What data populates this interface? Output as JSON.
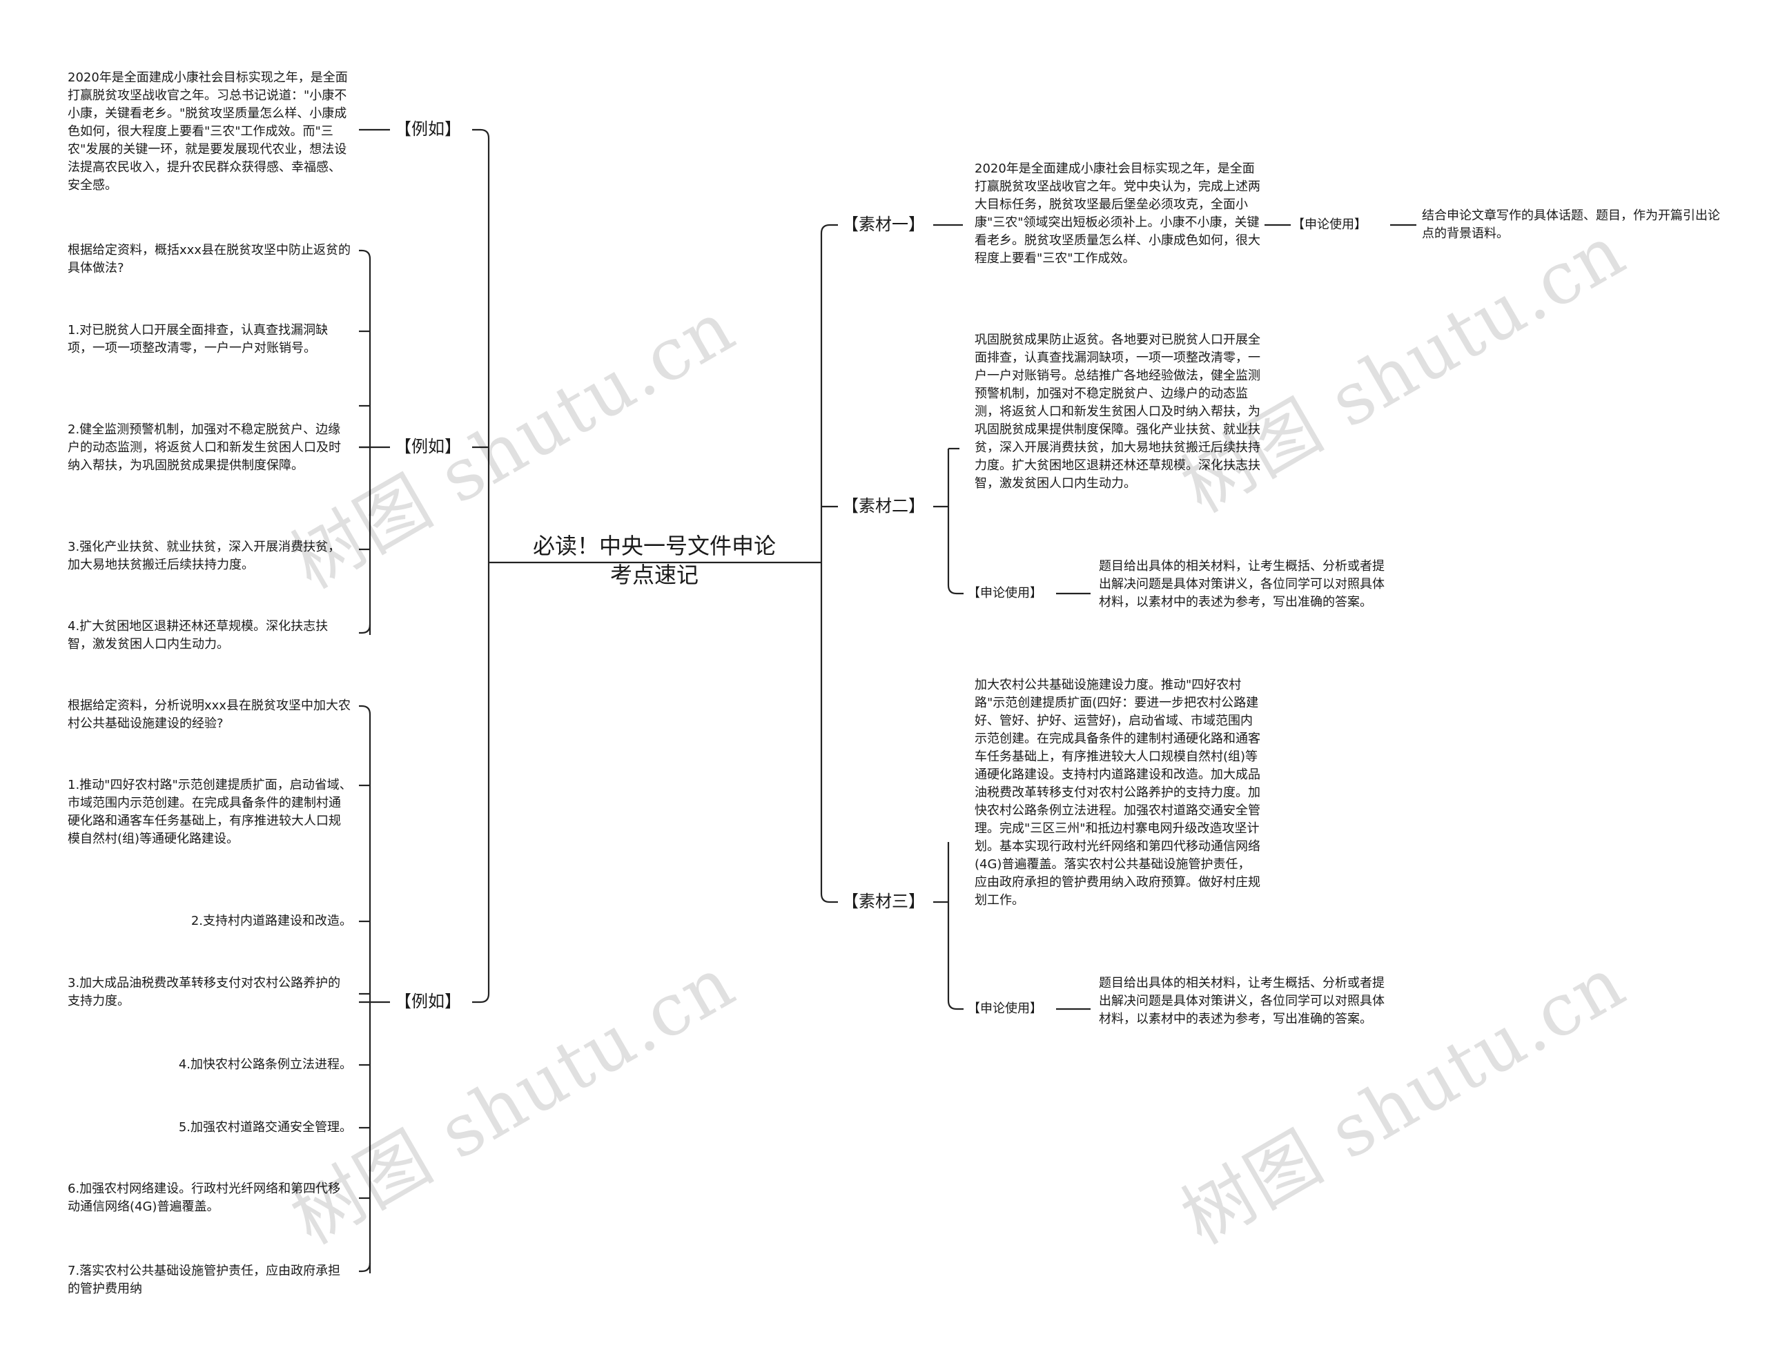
{
  "root": {
    "line1": "必读！中央一号文件申论",
    "line2": "考点速记"
  },
  "left": {
    "branch1": {
      "label": "【例如】",
      "items": [
        "2020年是全面建成小康社会目标实现之年，是全面打赢脱贫攻坚战收官之年。习总书记说道：\"小康不小康，关键看老乡。\"脱贫攻坚质量怎么样、小康成色如何，很大程度上要看\"三农\"工作成效。而\"三农\"发展的关键一环，就是要发展现代农业，想法设法提高农民收入，提升农民群众获得感、幸福感、安全感。"
      ]
    },
    "branch2": {
      "label": "【例如】",
      "items": [
        "根据给定资料，概括xxx县在脱贫攻坚中防止返贫的具体做法?",
        "1.对已脱贫人口开展全面排查，认真查找漏洞缺项，一项一项整改清零，一户一户对账销号。",
        "2.健全监测预警机制，加强对不稳定脱贫户、边缘户的动态监测，将返贫人口和新发生贫困人口及时纳入帮扶，为巩固脱贫成果提供制度保障。",
        "3.强化产业扶贫、就业扶贫，深入开展消费扶贫，加大易地扶贫搬迁后续扶持力度。",
        "4.扩大贫困地区退耕还林还草规模。深化扶志扶智，激发贫困人口内生动力。"
      ]
    },
    "branch3": {
      "label": "【例如】",
      "items": [
        "根据给定资料，分析说明xxx县在脱贫攻坚中加大农村公共基础设施建设的经验?",
        "1.推动\"四好农村路\"示范创建提质扩面，启动省域、市域范围内示范创建。在完成具备条件的建制村通硬化路和通客车任务基础上，有序推进较大人口规模自然村(组)等通硬化路建设。",
        "2.支持村内道路建设和改造。",
        "3.加大成品油税费改革转移支付对农村公路养护的支持力度。",
        "4.加快农村公路条例立法进程。",
        "5.加强农村道路交通安全管理。",
        "6.加强农村网络建设。行政村光纤网络和第四代移动通信网络(4G)普遍覆盖。",
        "7.落实农村公共基础设施管护责任，应由政府承担的管护费用纳"
      ]
    }
  },
  "right": {
    "sucai1": {
      "label": "【素材一】",
      "text": "2020年是全面建成小康社会目标实现之年，是全面打赢脱贫攻坚战收官之年。党中央认为，完成上述两大目标任务，脱贫攻坚最后堡垒必须攻克，全面小康\"三农\"领域突出短板必须补上。小康不小康，关键看老乡。脱贫攻坚质量怎么样、小康成色如何，很大程度上要看\"三农\"工作成效。",
      "usage_label": "【申论使用】",
      "usage_text": "结合申论文章写作的具体话题、题目，作为开篇引出论点的背景语料。"
    },
    "sucai2": {
      "label": "【素材二】",
      "text": "巩固脱贫成果防止返贫。各地要对已脱贫人口开展全面排查，认真查找漏洞缺项，一项一项整改清零，一户一户对账销号。总结推广各地经验做法，健全监测预警机制，加强对不稳定脱贫户、边缘户的动态监测，将返贫人口和新发生贫困人口及时纳入帮扶，为巩固脱贫成果提供制度保障。强化产业扶贫、就业扶贫，深入开展消费扶贫，加大易地扶贫搬迁后续扶持力度。扩大贫困地区退耕还林还草规模。深化扶志扶智，激发贫困人口内生动力。",
      "usage_label": "【申论使用】",
      "usage_text": "题目给出具体的相关材料，让考生概括、分析或者提出解决问题是具体对策讲义，各位同学可以对照具体材料，以素材中的表述为参考，写出准确的答案。"
    },
    "sucai3": {
      "label": "【素材三】",
      "text": "加大农村公共基础设施建设力度。推动\"四好农村路\"示范创建提质扩面(四好：要进一步把农村公路建好、管好、护好、运营好)，启动省域、市域范围内示范创建。在完成具备条件的建制村通硬化路和通客车任务基础上，有序推进较大人口规模自然村(组)等通硬化路建设。支持村内道路建设和改造。加大成品油税费改革转移支付对农村公路养护的支持力度。加快农村公路条例立法进程。加强农村道路交通安全管理。完成\"三区三州\"和抵边村寨电网升级改造攻坚计划。基本实现行政村光纤网络和第四代移动通信网络(4G)普遍覆盖。落实农村公共基础设施管护责任，应由政府承担的管护费用纳入政府预算。做好村庄规划工作。",
      "usage_label": "【申论使用】",
      "usage_text": "题目给出具体的相关材料，让考生概括、分析或者提出解决问题是具体对策讲义，各位同学可以对照具体材料，以素材中的表述为参考，写出准确的答案。"
    }
  },
  "watermark": "树图 shutu.cn"
}
